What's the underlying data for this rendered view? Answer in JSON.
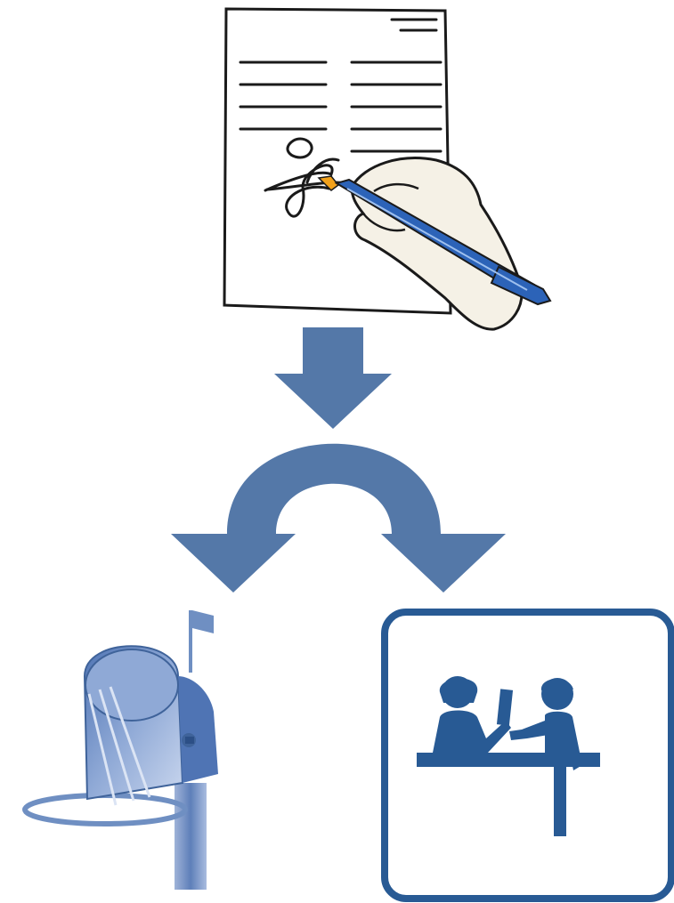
{
  "colors": {
    "arrow": "#5478a8",
    "arrow_dark": "#3f639a",
    "office_blue": "#285a94",
    "mailbox_blue": "#6f8fc2",
    "pen_blue": "#2c63b8",
    "skin": "#f5f1e6",
    "outline": "#1a1a1a"
  },
  "diagram": {
    "nodes": [
      {
        "id": "signed-document",
        "icon": "signing-document-icon"
      },
      {
        "id": "mail",
        "icon": "mailbox-icon"
      },
      {
        "id": "office",
        "icon": "service-counter-icon"
      }
    ],
    "edges": [
      {
        "from": "signed-document",
        "to": "split"
      },
      {
        "from": "split",
        "to": "mail"
      },
      {
        "from": "split",
        "to": "office"
      }
    ]
  }
}
